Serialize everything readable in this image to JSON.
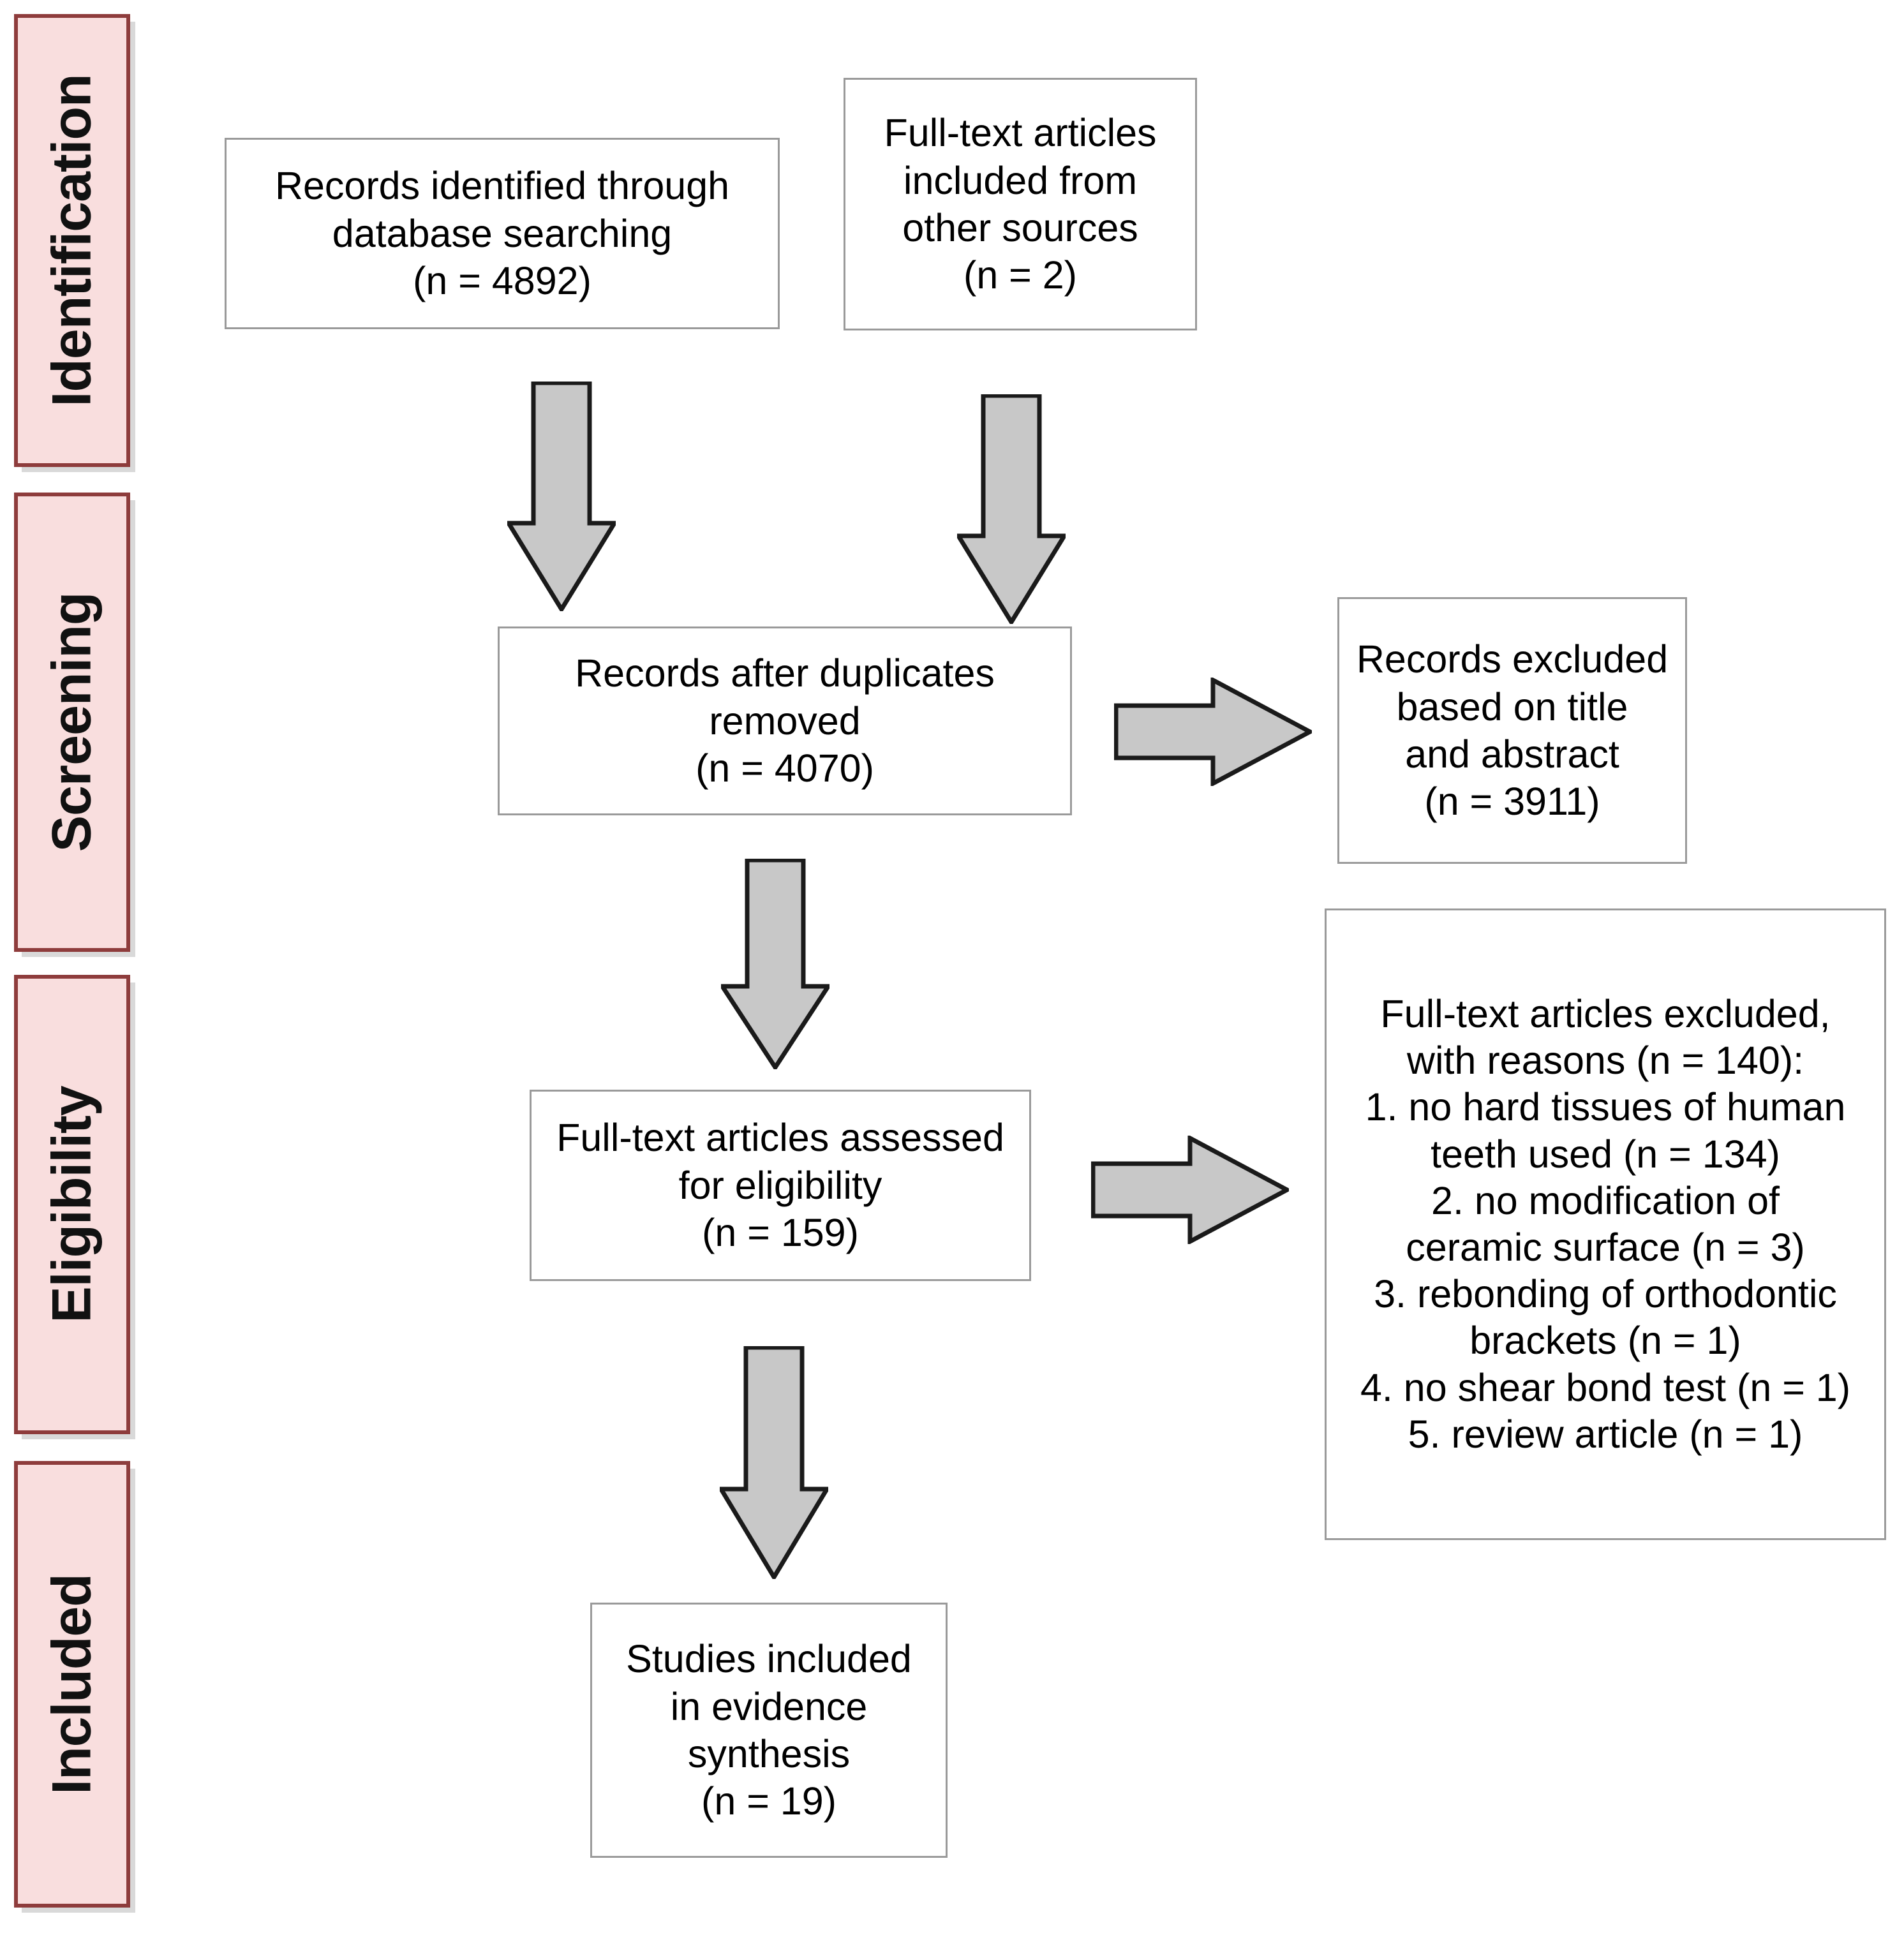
{
  "diagram": {
    "title": "PRISMA flow diagram",
    "colors": {
      "stage_fill": "#F9DEDE",
      "stage_border": "#8E3C3C",
      "stage_shadow": "#D9D9D9",
      "box_border": "#9A9A9A",
      "box_fill": "#FFFFFF",
      "arrow_fill": "#C8C8C8",
      "arrow_stroke": "#1A1A1A",
      "text": "#000000"
    }
  },
  "stages": [
    {
      "label": "Identification"
    },
    {
      "label": "Screening"
    },
    {
      "label": "Eligibility"
    },
    {
      "label": "Included"
    }
  ],
  "boxes": {
    "records_identified": {
      "text": "Records identified through\ndatabase searching\n(n = 4892)",
      "count": 4892
    },
    "other_sources": {
      "text": "Full-text articles\nincluded from\nother sources\n(n = 2)",
      "count": 2
    },
    "after_duplicates": {
      "text": "Records after duplicates\nremoved\n(n = 4070)",
      "count": 4070
    },
    "records_excluded": {
      "text": "Records excluded\nbased on title\nand abstract\n(n = 3911)",
      "count": 3911
    },
    "fulltext_assessed": {
      "text": "Full-text articles assessed\nfor eligibility\n(n = 159)",
      "count": 159
    },
    "fulltext_excluded": {
      "text": "Full-text articles excluded,\nwith reasons (n = 140):\n1. no hard tissues of human\nteeth used (n = 134)\n2. no modification of\nceramic surface (n = 3)\n3. rebonding of orthodontic\nbrackets (n = 1)\n4. no shear bond test (n = 1)\n5. review article (n = 1)",
      "count": 140,
      "reasons": [
        {
          "n": 1,
          "text": "no hard tissues of human teeth used",
          "count": 134
        },
        {
          "n": 2,
          "text": "no modification of ceramic surface",
          "count": 3
        },
        {
          "n": 3,
          "text": "rebonding of orthodontic brackets",
          "count": 1
        },
        {
          "n": 4,
          "text": "no shear bond test",
          "count": 1
        },
        {
          "n": 5,
          "text": "review article",
          "count": 1
        }
      ]
    },
    "studies_included": {
      "text": "Studies included\nin evidence\nsynthesis\n(n = 19)",
      "count": 19
    }
  },
  "arrows": [
    {
      "name": "arrow-identified-to-duplicates",
      "direction": "down"
    },
    {
      "name": "arrow-other-sources-to-duplicates",
      "direction": "down"
    },
    {
      "name": "arrow-duplicates-to-excluded",
      "direction": "right"
    },
    {
      "name": "arrow-duplicates-to-assessed",
      "direction": "down"
    },
    {
      "name": "arrow-assessed-to-fulltext-excluded",
      "direction": "right"
    },
    {
      "name": "arrow-assessed-to-included",
      "direction": "down"
    }
  ]
}
